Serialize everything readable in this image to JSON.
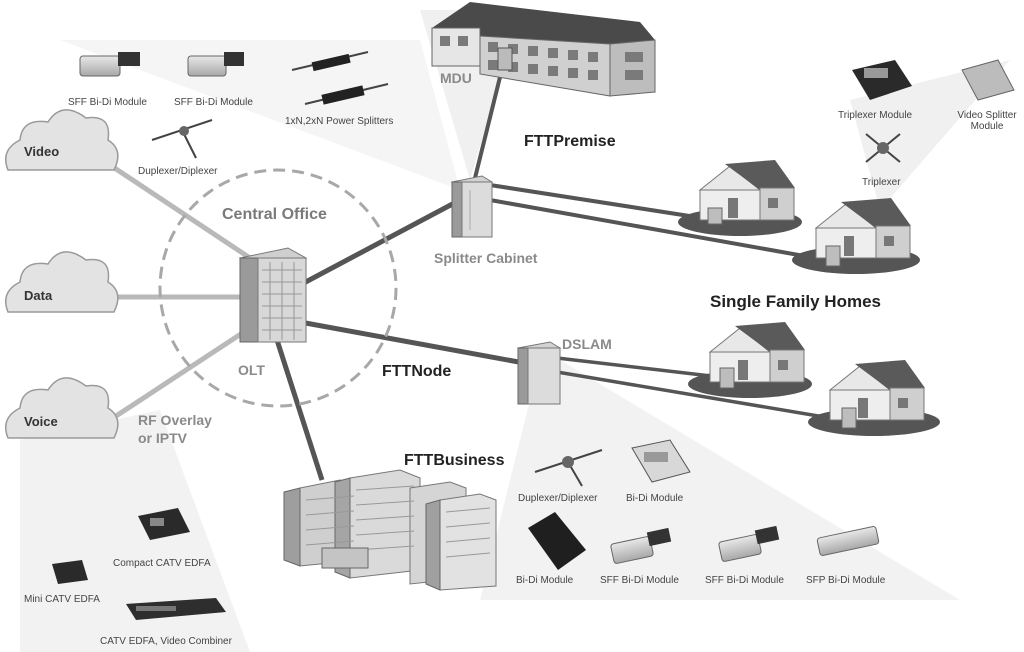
{
  "clouds": {
    "video": "Video",
    "data": "Data",
    "voice": "Voice"
  },
  "labels": {
    "central_office": "Central Office",
    "olt": "OLT",
    "rf_overlay_line1": "RF Overlay",
    "rf_overlay_line2": "or IPTV",
    "mdu": "MDU",
    "fttpremise": "FTTPremise",
    "splitter_cabinet": "Splitter Cabinet",
    "single_family_homes": "Single Family Homes",
    "dslam": "DSLAM",
    "fttnode": "FTTNode",
    "fttbusiness": "FTTBusiness"
  },
  "components": {
    "sff_bidi_1": "SFF Bi-Di Module",
    "sff_bidi_2": "SFF Bi-Di Module",
    "power_splitters": "1xN,2xN Power Splitters",
    "duplexer_top": "Duplexer/Diplexer",
    "triplexer_module": "Triplexer Module",
    "video_splitter_line1": "Video Splitter",
    "video_splitter_line2": "Module",
    "triplexer": "Triplexer",
    "compact_catv": "Compact CATV EDFA",
    "mini_catv": "Mini CATV EDFA",
    "catv_combiner": "CATV EDFA, Video Combiner",
    "duplexer_bottom": "Duplexer/Diplexer",
    "bidi_module_1": "Bi-Di Module",
    "bidi_module_2": "Bi-Di Module",
    "sff_bidi_3": "SFF Bi-Di Module",
    "sff_bidi_4": "SFF Bi-Di Module",
    "sfp_bidi": "SFP Bi-Di Module"
  }
}
